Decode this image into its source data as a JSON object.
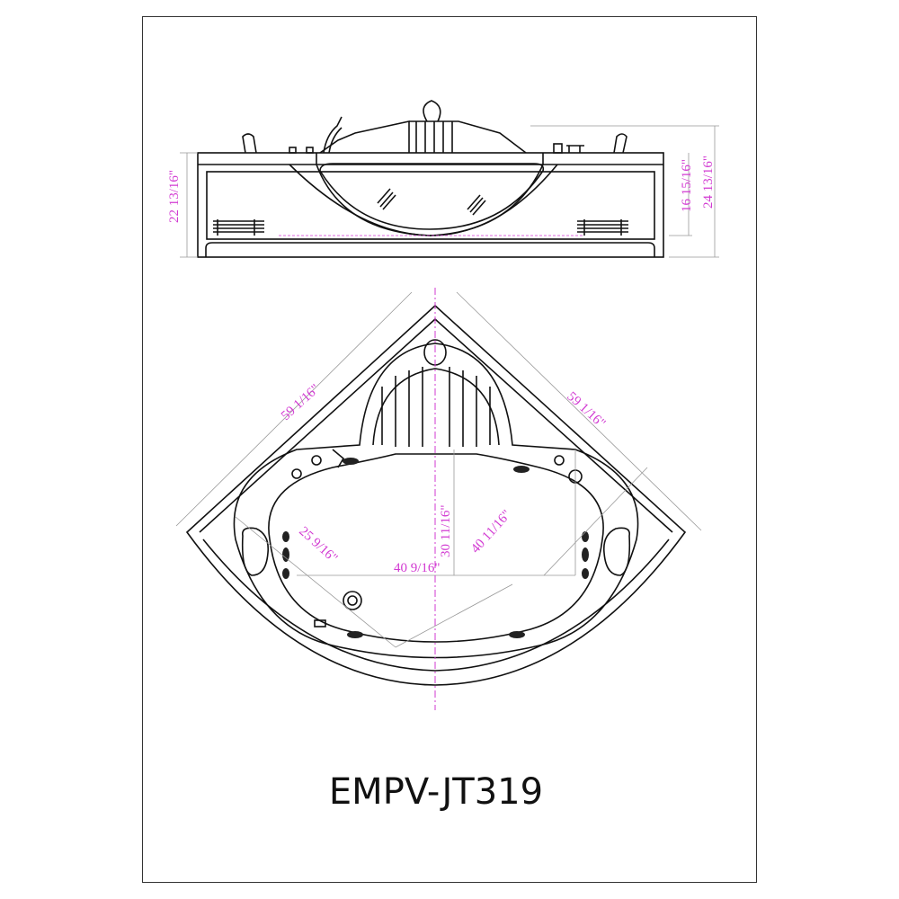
{
  "model": "EMPV-JT319",
  "colors": {
    "dimension": "#d23ad2",
    "line": "#111111"
  },
  "front_view": {
    "dims": {
      "overall_height_left": "22 13/16\"",
      "inner_height": "16 15/16\"",
      "overall_height_right": "24 13/16\""
    }
  },
  "top_view": {
    "dims": {
      "side_left": "59 1/16\"",
      "side_right": "59 1/16\"",
      "basin_diag_left": "25 9/16\"",
      "basin_width": "40 9/16\"",
      "basin_depth": "30 11/16\"",
      "basin_diag_right": "40 11/16\""
    }
  }
}
